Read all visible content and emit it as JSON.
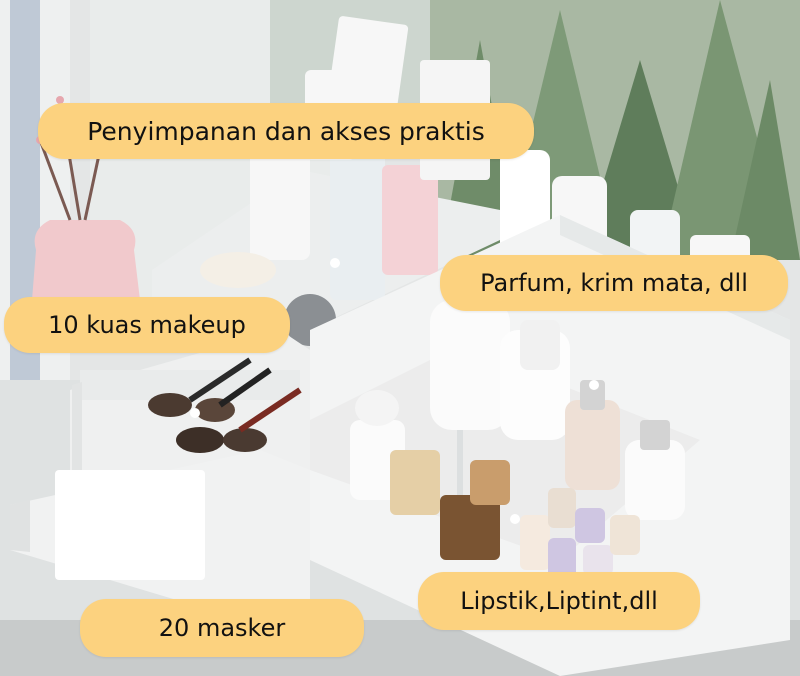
{
  "callouts": {
    "storage_access": "Penyimpanan dan akses praktis",
    "perfume_cream": "Parfum, krim mata, dll",
    "makeup_brushes": "10 kuas makeup",
    "lipstick": "Lipstik,Liptint,dll",
    "masks": "20 masker"
  },
  "colors": {
    "callout": "#fcd27f",
    "organizer": "#f3f4f4",
    "tabletop": "#dfe2e2",
    "window_trees": "#7e9a78"
  }
}
